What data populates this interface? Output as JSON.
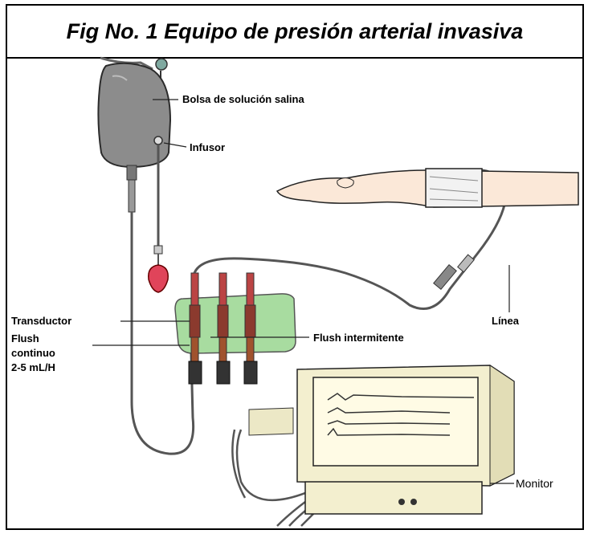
{
  "figure": {
    "title": "Fig No. 1  Equipo de presión arterial invasiva"
  },
  "labels": {
    "saline_bag": "Bolsa de solución salina",
    "infusor": "Infusor",
    "transducer": "Transductor",
    "flush_continuous_line1": "Flush",
    "flush_continuous_line2": "continuo",
    "flush_continuous_line3": "2-5 mL/H",
    "flush_intermittent": "Flush intermitente",
    "line": "Línea",
    "monitor": "Monitor"
  },
  "colors": {
    "bag": "#8c8c8c",
    "bulb": "#e0445a",
    "transducer_panel": "#a8dca0",
    "tubing": "#555555",
    "monitor_body": "#f3efcf",
    "skin": "#fbe8d8"
  }
}
